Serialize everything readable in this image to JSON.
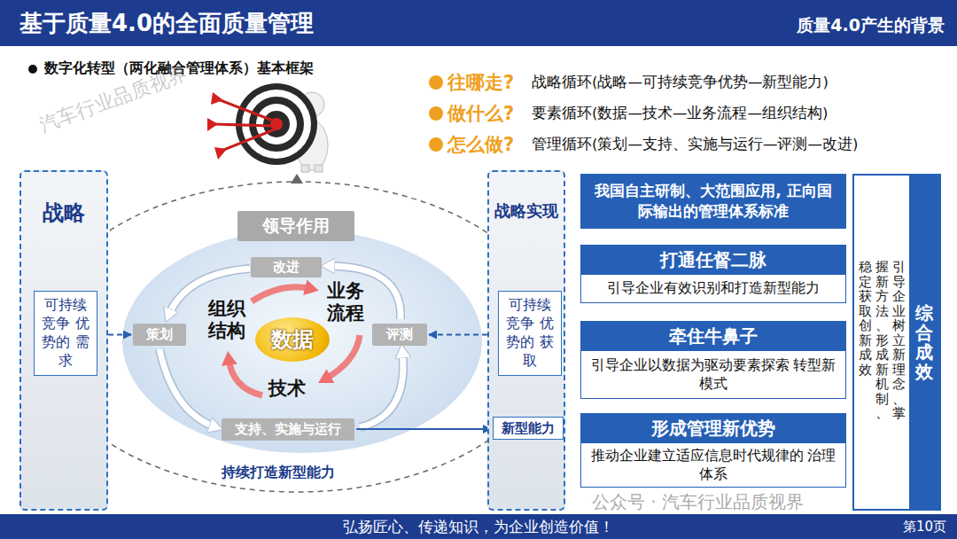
{
  "diagram": {
    "title": "基于质量4.0的全面质量管理",
    "nodes": [
      {
        "text": [
          "战略"
        ]
      },
      {
        "text": [
          "可持续 竞争 优势的 需求"
        ],
        "in": 0
      },
      {
        "text": [
          "领导作用"
        ]
      },
      {
        "text": [
          "改进"
        ]
      },
      {
        "text": [
          "策划"
        ]
      },
      {
        "text": [
          "评测"
        ]
      },
      {
        "text": [
          "支持、实施与运行"
        ]
      },
      {
        "text": [
          "数据"
        ]
      },
      {
        "text": [
          "战略实现"
        ]
      },
      {
        "text": [
          "可持续 竞争 优势的 获取"
        ],
        "in": 8
      },
      {
        "text": [
          "新型能力"
        ],
        "in": 8
      },
      {
        "text": [
          "我国自主研制、大范围应用, 正向国际输出的管理体系标准"
        ]
      },
      {
        "text": [
          "打通任督二脉",
          "引导企业有效识别和打造新型能力"
        ]
      },
      {
        "text": [
          "牵住牛鼻子",
          "引导企业以数据为驱动要素探索 转型新模式"
        ]
      },
      {
        "text": [
          "形成管理新优势",
          "推动企业建立适应信息时代规律的 治理体系"
        ]
      },
      {
        "text": [
          "引导企业树立新理念、掌握新方法、形成新机制、稳定获取创新成效"
        ]
      },
      {
        "text": [
          "综合成效"
        ],
        "in": 15
      }
    ],
    "edges": [
      {
        "from": 0,
        "to": 1,
        "arrow": "to"
      },
      {
        "from": 1,
        "to": 4,
        "arrow": "both"
      },
      {
        "from": 5,
        "to": 9,
        "arrow": "both"
      },
      {
        "from": 6,
        "to": 10,
        "arrow": "to"
      },
      {
        "from": 10,
        "to": 9,
        "arrow": "to"
      },
      {
        "from": 9,
        "to": 8,
        "arrow": "to"
      }
    ],
    "labels": [
      "质量4.0产生的背景",
      "数字化转型（两化融合管理体系）基本框架",
      "往哪走?",
      "战略循环(战略—可持续竞争优势—新型能力)",
      "做什么?",
      "要素循环(数据—技术—业务流程—组织结构)",
      "怎么做?",
      "管理循环(策划—支持、实施与运行—评测—改进)",
      "组织 结构",
      "业务 流程",
      "技术",
      "持续打造新型能力",
      "弘扬匠心、传递知识，为企业创造价值！",
      "第10页",
      "汽车行业品质视界",
      "公众号 · 汽车行业品质视界"
    ]
  }
}
